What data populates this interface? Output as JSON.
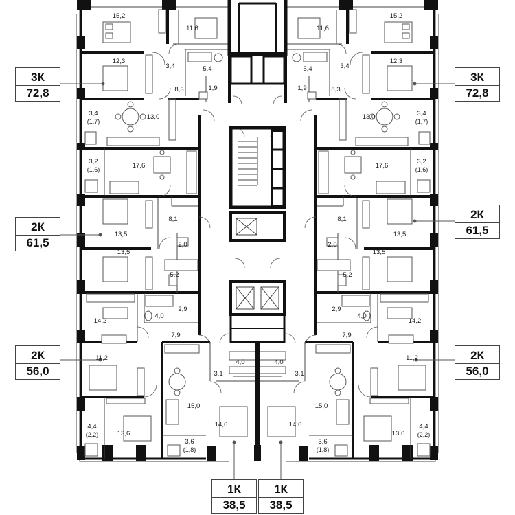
{
  "rooms": [
    {
      "id": "r1",
      "label": "15,2"
    },
    {
      "id": "r2",
      "label": "11,6"
    },
    {
      "id": "r3",
      "label": "12,3"
    },
    {
      "id": "r4",
      "label": "3,4"
    },
    {
      "id": "r5",
      "label": "5,4"
    },
    {
      "id": "r6",
      "label": "1,9"
    },
    {
      "id": "r7",
      "label": "8,3"
    },
    {
      "id": "r8",
      "label": "3,4",
      "sub": "(1,7)"
    },
    {
      "id": "r9",
      "label": "13,0"
    },
    {
      "id": "r10",
      "label": "3,2",
      "sub": "(1,6)"
    },
    {
      "id": "r11",
      "label": "17,6"
    },
    {
      "id": "r12",
      "label": "8,1"
    },
    {
      "id": "r13",
      "label": "13,5"
    },
    {
      "id": "r14",
      "label": "2,0"
    },
    {
      "id": "r15",
      "label": "13,5"
    },
    {
      "id": "r16",
      "label": "5,2"
    },
    {
      "id": "r17",
      "label": "2,9"
    },
    {
      "id": "r18",
      "label": "4,0"
    },
    {
      "id": "r19",
      "label": "14,2"
    },
    {
      "id": "r20",
      "label": "7,9"
    },
    {
      "id": "r21",
      "label": "11,2"
    },
    {
      "id": "r22",
      "label": "4,0"
    },
    {
      "id": "r23",
      "label": "3,1"
    },
    {
      "id": "r24",
      "label": "15,0"
    },
    {
      "id": "r25",
      "label": "4,4",
      "sub": "(2,2)"
    },
    {
      "id": "r26",
      "label": "13,6"
    },
    {
      "id": "r27",
      "label": "3,6",
      "sub": "(1,8)"
    },
    {
      "id": "r28",
      "label": "14,6"
    }
  ],
  "apartments": [
    {
      "id": "a3k-left",
      "type": "3К",
      "area": "72,8"
    },
    {
      "id": "a3k-right",
      "type": "3К",
      "area": "72,8"
    },
    {
      "id": "a2k61-left",
      "type": "2К",
      "area": "61,5"
    },
    {
      "id": "a2k61-right",
      "type": "2К",
      "area": "61,5"
    },
    {
      "id": "a2k56-left",
      "type": "2К",
      "area": "56,0"
    },
    {
      "id": "a2k56-right",
      "type": "2К",
      "area": "56,0"
    },
    {
      "id": "a1k-left",
      "type": "1К",
      "area": "38,5"
    },
    {
      "id": "a1k-right",
      "type": "1К",
      "area": "38,5"
    }
  ],
  "colors": {
    "wall": "#111111",
    "line": "#444444",
    "fixture": "#555555"
  }
}
